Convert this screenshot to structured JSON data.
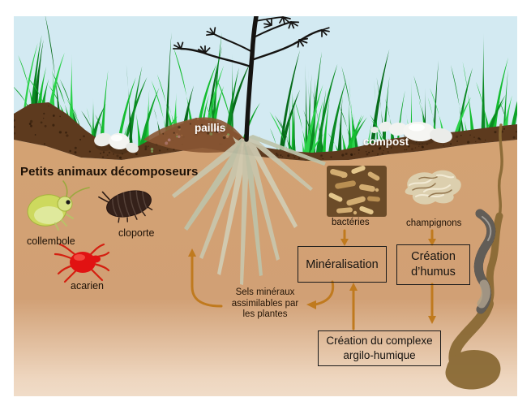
{
  "title": "Petits animaux décomposeurs",
  "surface": {
    "paillis": "paillis",
    "compost": "compost"
  },
  "animals": {
    "collembole": "collembole",
    "cloporte": "cloporte",
    "acarien": "acarien"
  },
  "decomposers": {
    "bacteria": "bactéries",
    "fungi": "champignons"
  },
  "processes": {
    "mineralisation": "Minéralisation",
    "humus_line1": "Création",
    "humus_line2": "d’humus",
    "complex_line1": "Création du complexe",
    "complex_line2": "argilo-humique"
  },
  "mineral_salts": {
    "line1": "Sels minéraux",
    "line2": "assimilables par",
    "line3": "les plantes"
  },
  "colors": {
    "sky": "#d3eaf2",
    "grass_bright": "#14bd30",
    "grass_dark": "#0a8a22",
    "topsoil": "#5d3a1e",
    "mulch": "#8a5733",
    "subsoil": "#d3a273",
    "subsoil_light": "#eed6bf",
    "arrow": "#c07a1e",
    "box_border": "#1b1b1b",
    "surface_label_text": "#ffffff",
    "worm_tunnel": "#8a6a35",
    "root": "#c9c6ad",
    "acarien_red": "#e11212",
    "collembole_green": "#cdd95e",
    "cloporte_brown": "#35211a"
  }
}
